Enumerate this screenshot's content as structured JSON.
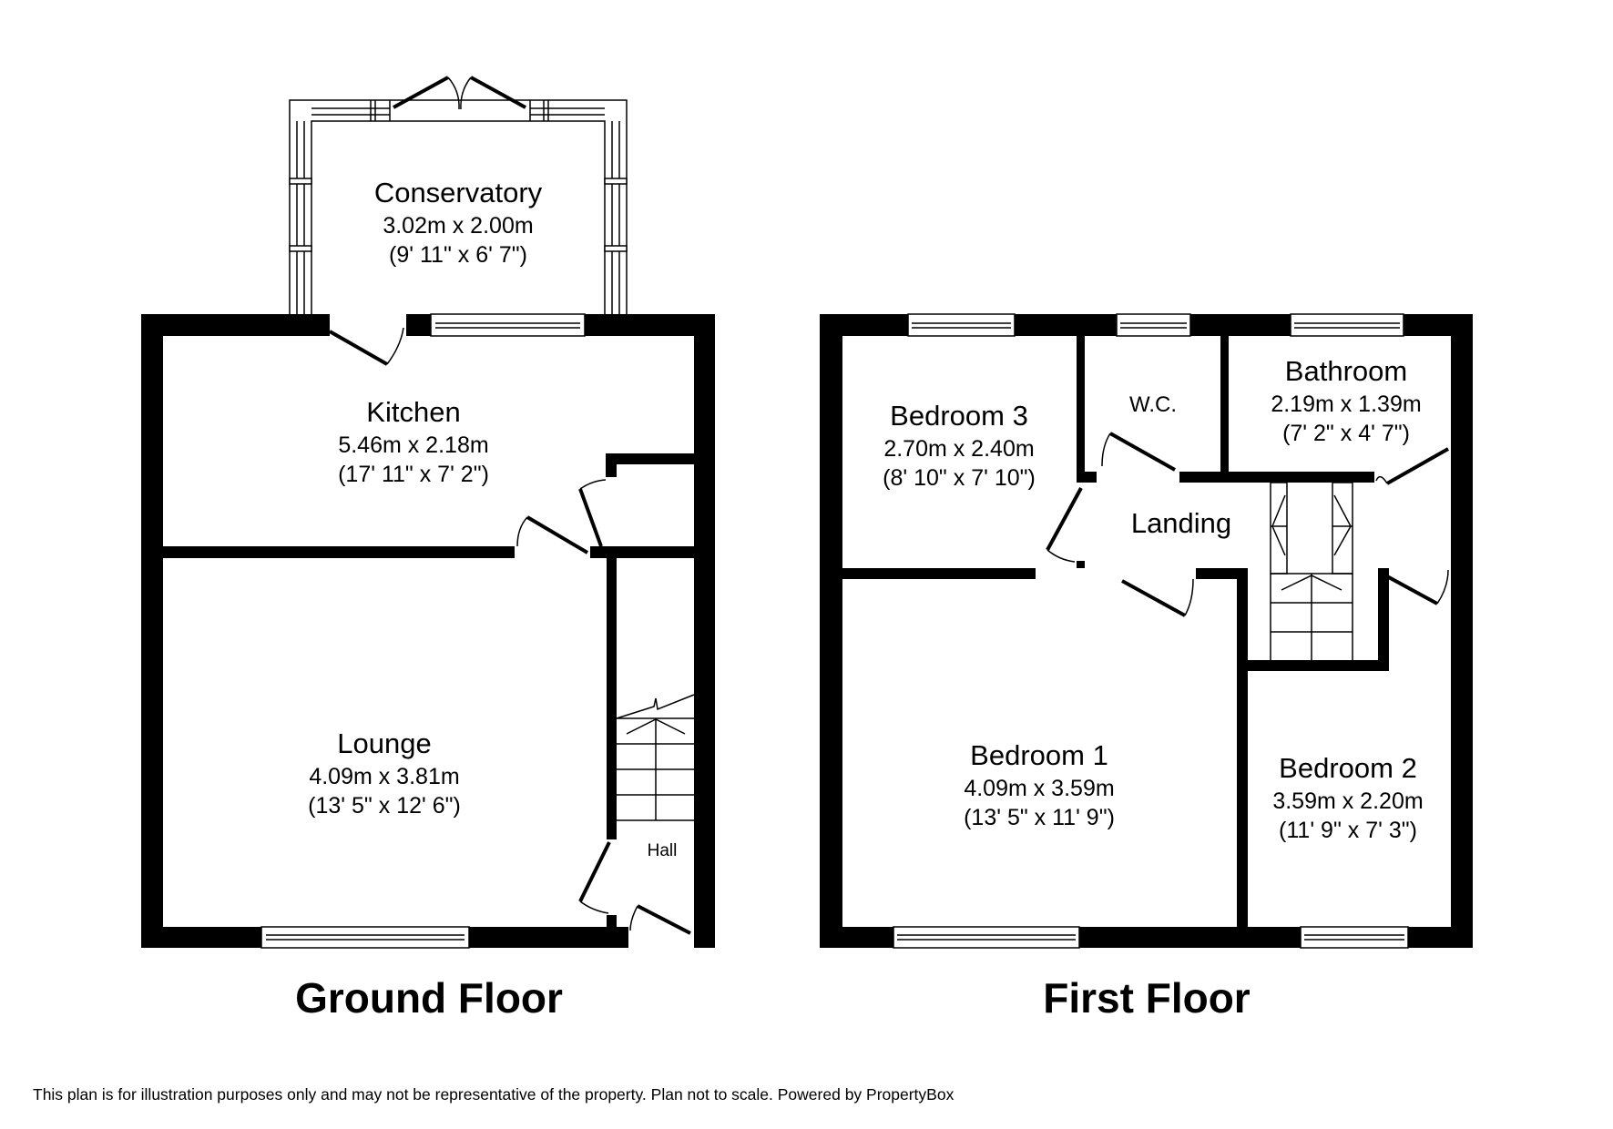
{
  "ground_floor": {
    "title": "Ground Floor",
    "rooms": {
      "conservatory": {
        "name": "Conservatory",
        "metric": "3.02m x 2.00m",
        "imperial": "(9' 11\" x 6' 7\")"
      },
      "kitchen": {
        "name": "Kitchen",
        "metric": "5.46m x 2.18m",
        "imperial": "(17' 11\" x 7' 2\")"
      },
      "lounge": {
        "name": "Lounge",
        "metric": "4.09m x 3.81m",
        "imperial": "(13' 5\" x 12' 6\")"
      },
      "hall": {
        "name": "Hall"
      }
    }
  },
  "first_floor": {
    "title": "First Floor",
    "rooms": {
      "bedroom3": {
        "name": "Bedroom 3",
        "metric": "2.70m x 2.40m",
        "imperial": "(8' 10\" x 7' 10\")"
      },
      "wc": {
        "name": "W.C."
      },
      "bathroom": {
        "name": "Bathroom",
        "metric": "2.19m x 1.39m",
        "imperial": "(7' 2\" x 4' 7\")"
      },
      "landing": {
        "name": "Landing"
      },
      "bedroom1": {
        "name": "Bedroom 1",
        "metric": "4.09m x 3.59m",
        "imperial": "(13' 5\" x 11' 9\")"
      },
      "bedroom2": {
        "name": "Bedroom 2",
        "metric": "3.59m x 2.20m",
        "imperial": "(11' 9\" x 7' 3\")"
      }
    }
  },
  "footer": {
    "disclaimer": "This plan is for illustration purposes only and may not be representative of the property. Plan not to scale. Powered by PropertyBox"
  },
  "colors": {
    "wall": "#000000",
    "background": "#ffffff"
  }
}
